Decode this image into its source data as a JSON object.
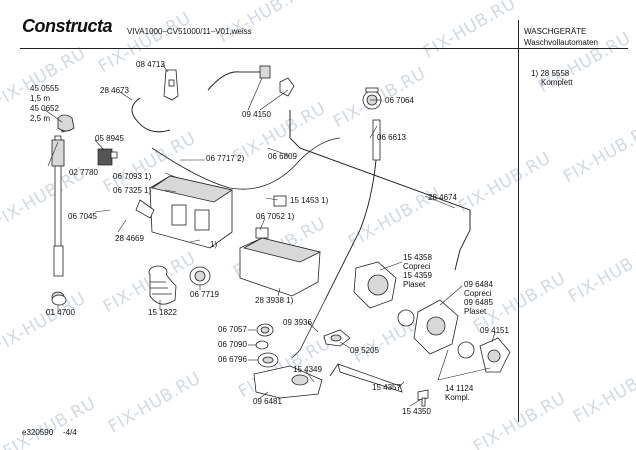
{
  "header": {
    "brand": "Constructa",
    "model": "VIVA1000–CV51000/11–V01,weiss",
    "category_line1": "WASCHGERÄTE",
    "category_line2": "Waschvollautomaten"
  },
  "sidebar_note": {
    "ref": "1) 28 5558",
    "text": "Komplett"
  },
  "footer": {
    "code": "e320590",
    "page": "-4/4"
  },
  "watermark": "FIX-HUB.RU",
  "part_labels": {
    "l_450555": "45 0555",
    "l_15m": "1,5 m",
    "l_450652": "45 0652",
    "l_25m": "2,5 m",
    "l_084713": "08 4713",
    "l_284673": "28 4673",
    "l_094150": "09 4150",
    "l_067064": "06 7064",
    "l_058945": "05 8945",
    "l_027780": "02 7780",
    "l_066613": "06 6613",
    "l_067717": "06 7717 2)",
    "l_066809": "06 6809",
    "l_067093": "06 7093 1)",
    "l_067325": "06 7325 1)",
    "l_151453": "15 1453 1)",
    "l_067045": "06 7045",
    "l_067052": "06 7052 1)",
    "l_284674": "28 4674",
    "l_284669": "28 4669",
    "l_1a": "1)",
    "l_067719": "06 7719",
    "l_014700": "01 4700",
    "l_151822": "15 1822",
    "l_283938": "28 3938 1)",
    "l_154358": "15 4358",
    "l_copreci1": "Copreci",
    "l_154359": "15 4359",
    "l_plaset1": "Plaset",
    "l_096484": "09 6484",
    "l_copreci2": "Copreci",
    "l_096485": "09 6485",
    "l_plaset2": "Plaset",
    "l_067057": "06 7057",
    "l_093936": "09 3936",
    "l_067090": "06 7090",
    "l_095205": "09 5205",
    "l_094151": "09 4151",
    "l_066796": "06 6796",
    "l_154349": "15 4349",
    "l_096481": "09 6481",
    "l_154357": "15 4357",
    "l_141124": "14 1124",
    "l_kompl": "Kompl.",
    "l_154350": "15 4350"
  }
}
